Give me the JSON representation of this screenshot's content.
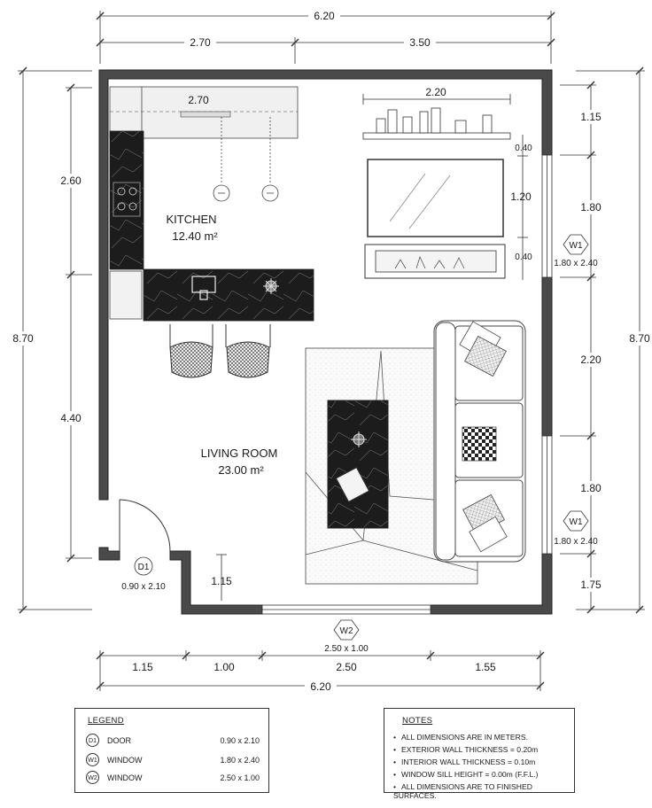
{
  "dimensions": {
    "total_width_top": "6.20",
    "top_kitchen_width": "2.70",
    "top_living_width": "3.50",
    "left_total_height": "8.70",
    "left_kitchen_height": "2.60",
    "left_living_height": "4.40",
    "right_total_height": "8.70",
    "right_segments": [
      "1.15",
      "1.80",
      "2.20",
      "1.80",
      "1.75"
    ],
    "bottom_segments": [
      "1.15",
      "1.00",
      "2.50",
      "1.55"
    ],
    "total_width_bottom": "6.20",
    "counter_width": "2.70",
    "shelf_width": "2.20",
    "tv_wall_segments": [
      "0.40",
      "1.20",
      "0.40"
    ],
    "door_step_height": "1.15"
  },
  "rooms": {
    "kitchen": {
      "name": "KITCHEN",
      "area": "12.40 m²"
    },
    "living": {
      "name": "LIVING ROOM",
      "area": "23.00 m²"
    }
  },
  "openings": {
    "d1": {
      "tag": "D1",
      "size": "0.90 x 2.10"
    },
    "w1_top": {
      "tag": "W1",
      "size": "1.80 x 2.40"
    },
    "w1_bottom": {
      "tag": "W1",
      "size": "1.80 x 2.40"
    },
    "w2": {
      "tag": "W2",
      "size": "2.50 x 1.00"
    }
  },
  "legend": {
    "title": "LEGEND",
    "rows": [
      {
        "tag": "D1",
        "name": "DOOR",
        "size": "0.90 x 2.10"
      },
      {
        "tag": "W1",
        "name": "WINDOW",
        "size": "1.80 x 2.40"
      },
      {
        "tag": "W2",
        "name": "WINDOW",
        "size": "2.50 x 1.00"
      }
    ]
  },
  "notes": {
    "title": "NOTES",
    "items": [
      "ALL DIMENSIONS ARE IN METERS.",
      "EXTERIOR WALL THICKNESS = 0.20m",
      "INTERIOR WALL THICKNESS = 0.10m",
      "WINDOW SILL HEIGHT = 0.00m (F.F.L.)",
      "ALL DIMENSIONS ARE TO FINISHED SURFACES."
    ]
  },
  "colors": {
    "wall": "#4a4a4a",
    "marble": "#1c1c1c",
    "line": "#333333"
  }
}
